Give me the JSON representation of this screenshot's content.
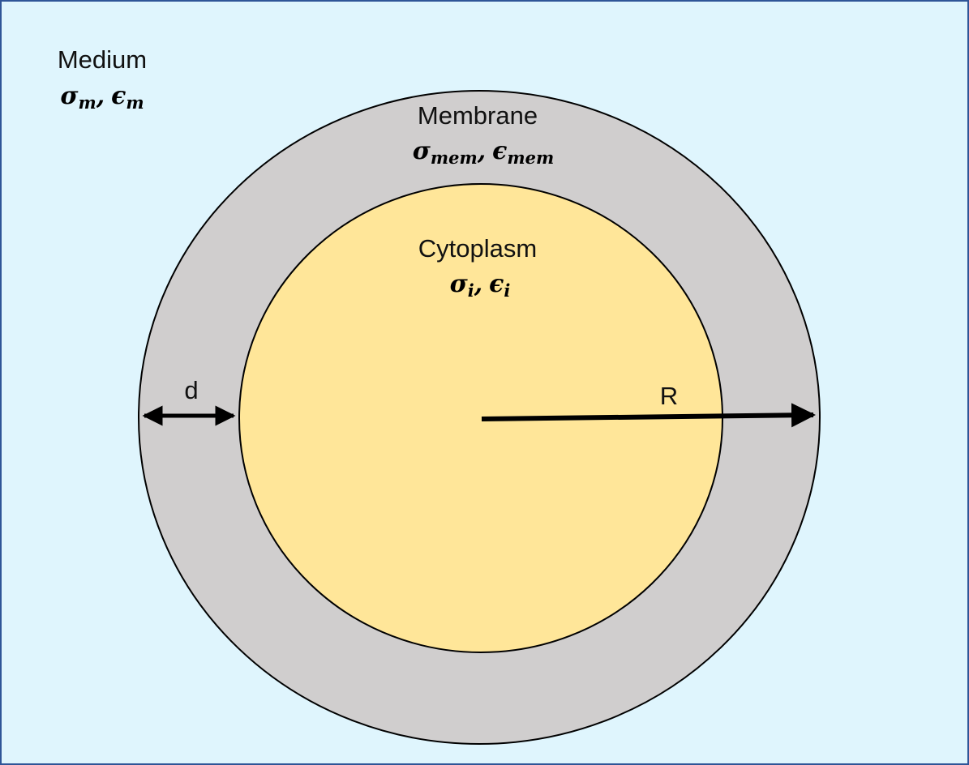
{
  "medium": {
    "label": "Medium",
    "sigma": "σ",
    "sigma_sub": "m",
    "sep": ",",
    "eps": "ϵ",
    "eps_sub": "m",
    "fill": "#dff5fd"
  },
  "membrane": {
    "label": "Membrane",
    "sigma": "σ",
    "sigma_sub": "mem",
    "sep": ",",
    "eps": "ϵ",
    "eps_sub": "mem",
    "fill": "#d0cece"
  },
  "cytoplasm": {
    "label": "Cytoplasm",
    "sigma": "σ",
    "sigma_sub": "i",
    "sep": ",",
    "eps": "ϵ",
    "eps_sub": "i",
    "fill": "#ffe699"
  },
  "dimensions": {
    "thickness_label": "d",
    "radius_label": "R"
  },
  "border_color": "#2f5597"
}
